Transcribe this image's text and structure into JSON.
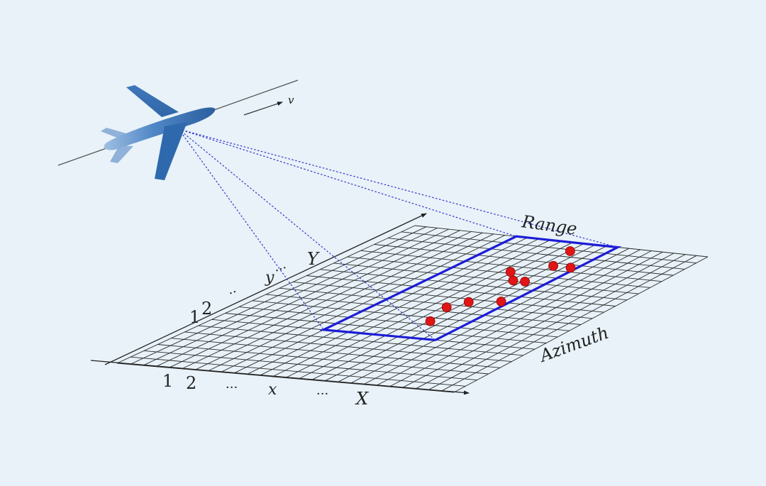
{
  "labels": {
    "velocity": "v",
    "range": "Range",
    "azimuth": "Azimuth",
    "x_axis": [
      "1",
      "2",
      "···",
      "x",
      "···",
      "X"
    ],
    "y_axis": [
      "1",
      "2",
      "··",
      "y",
      "···",
      "Y"
    ]
  },
  "colors": {
    "background": "#e8f2f8",
    "grid": "#2a2a2a",
    "footprint": "#1c1cd6",
    "beam": "#3333cc",
    "target": "#e01515",
    "aircraft": "#3f78bb"
  },
  "grid": {
    "range_cells": 22,
    "azimuth_cells": 26
  },
  "footprint": {
    "range_cells": [
      7,
      22
    ],
    "azimuth_cells": [
      9,
      18
    ]
  },
  "targets": [
    {
      "range_cell": 9.5,
      "azimuth_cell": 15.1
    },
    {
      "range_cell": 12.6,
      "azimuth_cell": 15.1
    },
    {
      "range_cell": 11.6,
      "azimuth_cell": 14.3
    },
    {
      "range_cell": 13.1,
      "azimuth_cell": 17.3
    },
    {
      "range_cell": 16.1,
      "azimuth_cell": 15.2
    },
    {
      "range_cell": 16.1,
      "azimuth_cell": 16.2
    },
    {
      "range_cell": 17.2,
      "azimuth_cell": 13.8
    },
    {
      "range_cell": 18.6,
      "azimuth_cell": 16.0
    },
    {
      "range_cell": 18.6,
      "azimuth_cell": 17.5
    },
    {
      "range_cell": 20.8,
      "azimuth_cell": 15.1
    }
  ]
}
